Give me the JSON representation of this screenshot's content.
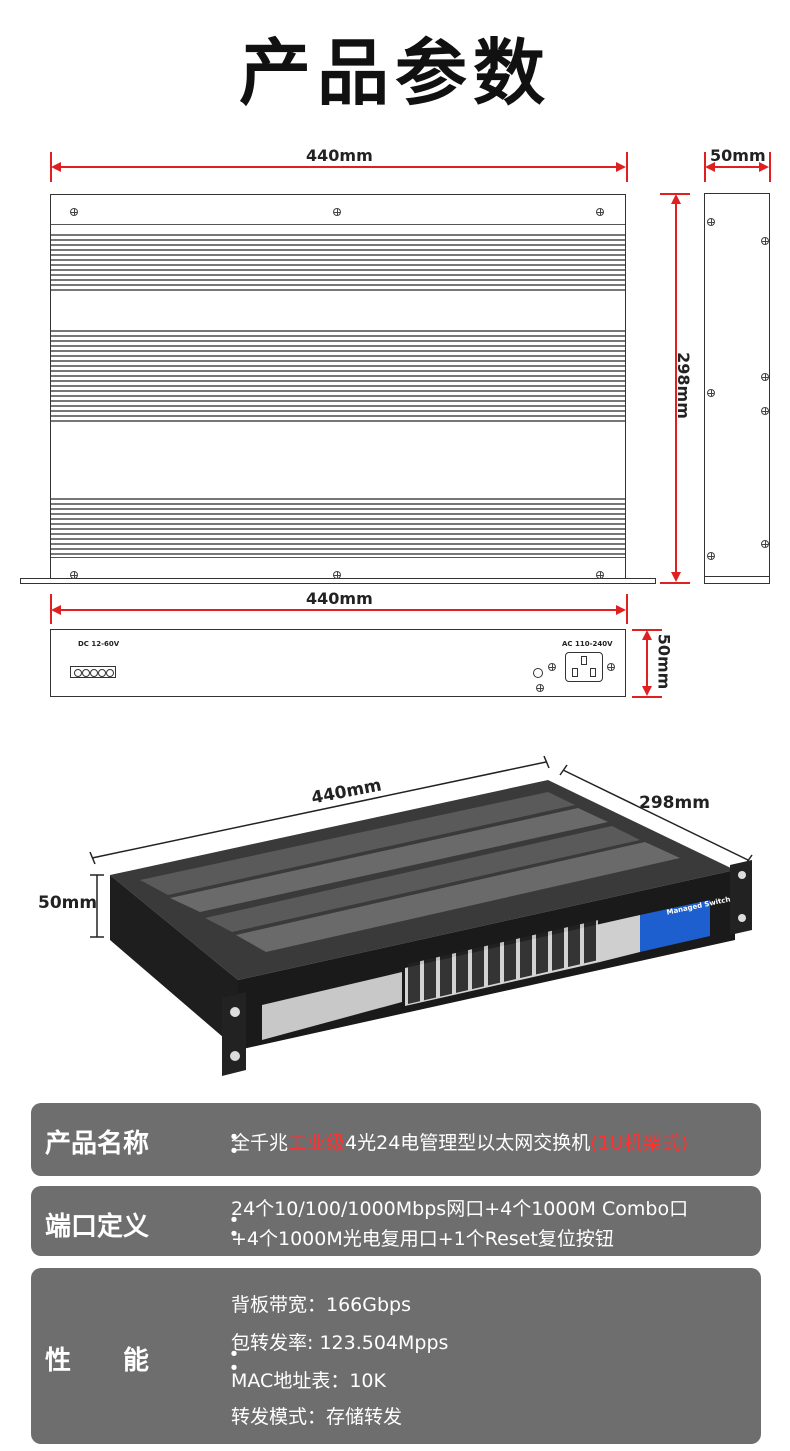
{
  "title": "产品参数",
  "dimensions": {
    "top_width": "440mm",
    "side_width": "50mm",
    "depth": "298mm",
    "front_width": "440mm",
    "front_height": "50mm",
    "iso_width": "440mm",
    "iso_depth": "298mm",
    "iso_height": "50mm"
  },
  "front_panel": {
    "dc_label": "DC 12-60V",
    "ac_label": "AC 110-240V"
  },
  "device": {
    "badge": "Managed Switch"
  },
  "specs": {
    "name": {
      "key": "产品名称",
      "colon": "：",
      "pre": "全千兆",
      "highlight1": "工业级",
      "mid": "4光24电管理型以太网交换机",
      "highlight2": "(1U机架式)"
    },
    "ports": {
      "key": "端口定义",
      "colon": "：",
      "line1": "24个10/100/1000Mbps网口+4个1000M Combo口",
      "line2": "+4个1000M光电复用口+1个Reset复位按钮"
    },
    "perf": {
      "key": "性　　能",
      "colon": "：",
      "line1": "背板带宽：166Gbps",
      "line2": "包转发率: 123.504Mpps",
      "line3": "MAC地址表：10K",
      "line4": "转发模式：存储转发"
    }
  },
  "colors": {
    "dimension": "#e02020",
    "highlight": "#ff3030",
    "panel_bg": "#6e6e6e",
    "badge_blue": "#1e5fd0"
  }
}
